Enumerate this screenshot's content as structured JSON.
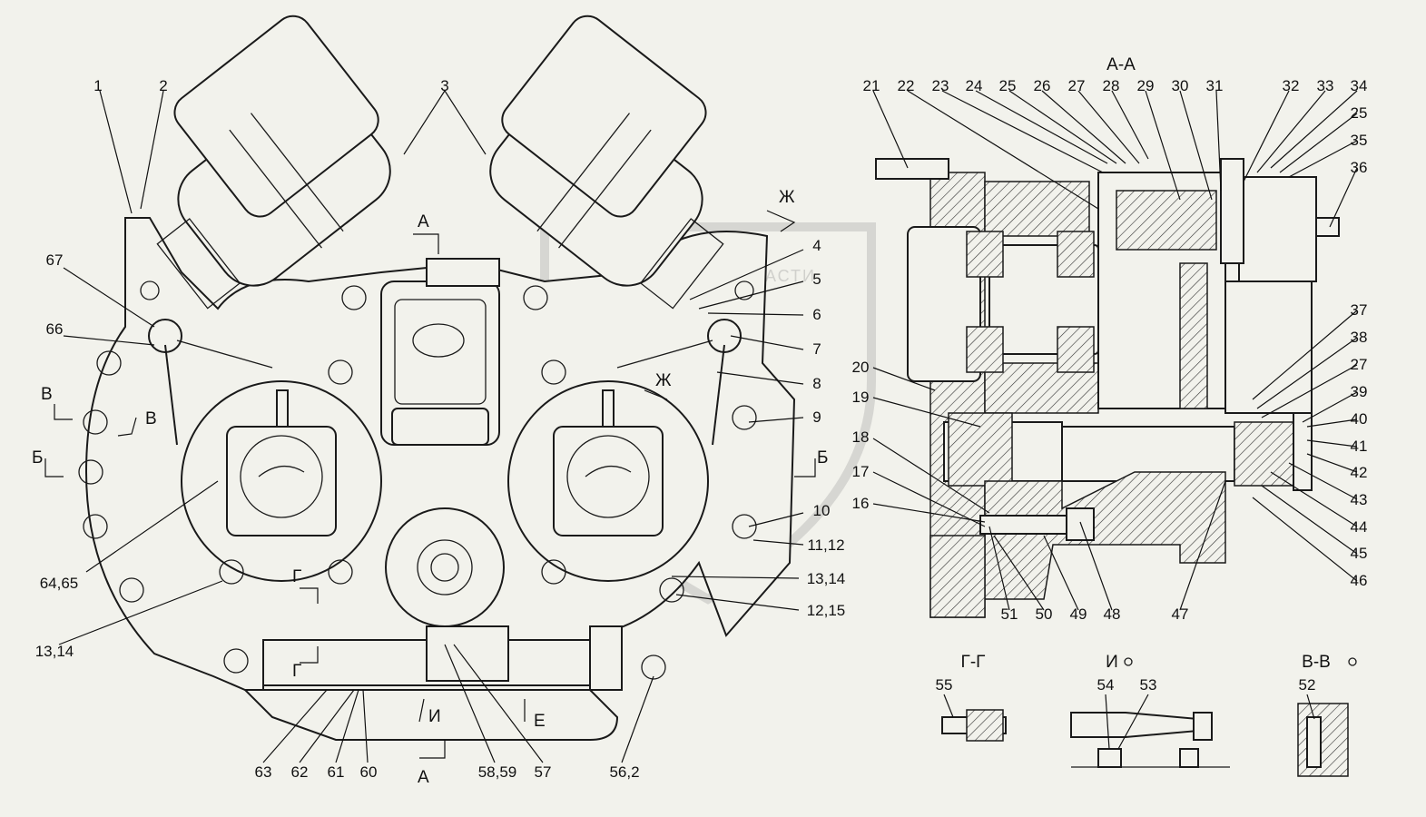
{
  "watermark": "ТЕХНИКА И ЗАПЧАСТИ",
  "section_titles": {
    "aa": "А-А",
    "gg": "Г-Г",
    "ii": "И",
    "vv": "В-В"
  },
  "view_markers": {
    "a_top": "А",
    "a_bottom": "А",
    "zh_top": "Ж",
    "zh_mid": "Ж",
    "v_left": "В",
    "v_right": "В",
    "b_left": "Б",
    "b_right": "Б",
    "g_top": "Г",
    "g_bottom": "Г",
    "i_arrow": "И",
    "e_arrow": "Е"
  },
  "callouts": {
    "c1": "1",
    "c2": "2",
    "c3": "3",
    "c4": "4",
    "c5": "5",
    "c6": "6",
    "c7": "7",
    "c8": "8",
    "c9": "9",
    "c10": "10",
    "c11_12": "11,12",
    "c13_14a": "13,14",
    "c12_15": "12,15",
    "c13_14b": "13,14",
    "c64_65": "64,65",
    "c66": "66",
    "c67": "67",
    "c63": "63",
    "c62": "62",
    "c61": "61",
    "c60": "60",
    "c58_59": "58,59",
    "c57": "57",
    "c56_2": "56,2",
    "c21": "21",
    "c22": "22",
    "c23": "23",
    "c24": "24",
    "c25a": "25",
    "c26": "26",
    "c27a": "27",
    "c28": "28",
    "c29": "29",
    "c30": "30",
    "c31": "31",
    "c32": "32",
    "c33": "33",
    "c34": "34",
    "c25b": "25",
    "c35": "35",
    "c36": "36",
    "c37": "37",
    "c38": "38",
    "c27b": "27",
    "c39": "39",
    "c40": "40",
    "c41": "41",
    "c42": "42",
    "c43": "43",
    "c44": "44",
    "c45": "45",
    "c46": "46",
    "c47": "47",
    "c48": "48",
    "c49": "49",
    "c50": "50",
    "c51": "51",
    "c16": "16",
    "c17": "17",
    "c18": "18",
    "c19": "19",
    "c20": "20",
    "c55": "55",
    "c54": "54",
    "c53": "53",
    "c52": "52"
  }
}
